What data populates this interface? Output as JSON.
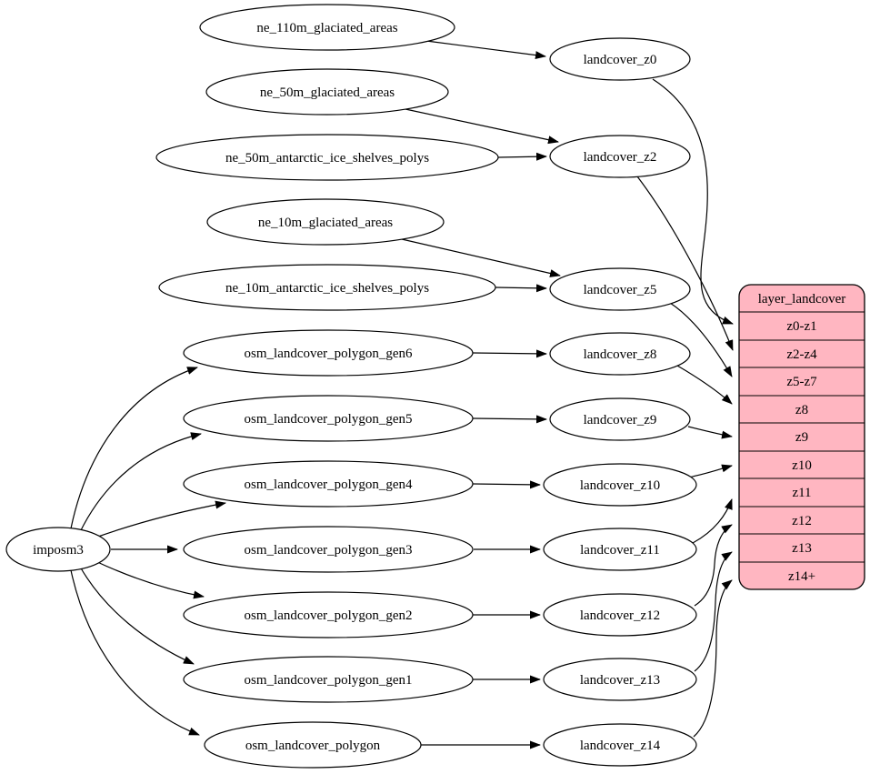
{
  "diagram": {
    "kind": "dependency-graph",
    "colors": {
      "background": "#ffffff",
      "node_fill": "#ffffff",
      "record_fill": "#ffb6c1",
      "stroke": "#000000",
      "text": "#000000"
    },
    "importer": {
      "label": "imposm3"
    },
    "sources": [
      "ne_110m_glaciated_areas",
      "ne_50m_glaciated_areas",
      "ne_50m_antarctic_ice_shelves_polys",
      "ne_10m_glaciated_areas",
      "ne_10m_antarctic_ice_shelves_polys",
      "osm_landcover_polygon_gen6",
      "osm_landcover_polygon_gen5",
      "osm_landcover_polygon_gen4",
      "osm_landcover_polygon_gen3",
      "osm_landcover_polygon_gen2",
      "osm_landcover_polygon_gen1",
      "osm_landcover_polygon"
    ],
    "intermediates": [
      "landcover_z0",
      "landcover_z2",
      "landcover_z5",
      "landcover_z8",
      "landcover_z9",
      "landcover_z10",
      "landcover_z11",
      "landcover_z12",
      "landcover_z13",
      "landcover_z14"
    ],
    "layer": {
      "header": "layer_landcover",
      "fields": [
        "z0-z1",
        "z2-z4",
        "z5-z7",
        "z8",
        "z9",
        "z10",
        "z11",
        "z12",
        "z13",
        "z14+"
      ]
    },
    "edges": [
      {
        "from": "ne_110m_glaciated_areas",
        "to": "landcover_z0"
      },
      {
        "from": "ne_50m_glaciated_areas",
        "to": "landcover_z2"
      },
      {
        "from": "ne_50m_antarctic_ice_shelves_polys",
        "to": "landcover_z2"
      },
      {
        "from": "ne_10m_glaciated_areas",
        "to": "landcover_z5"
      },
      {
        "from": "ne_10m_antarctic_ice_shelves_polys",
        "to": "landcover_z5"
      },
      {
        "from": "osm_landcover_polygon_gen6",
        "to": "landcover_z8"
      },
      {
        "from": "osm_landcover_polygon_gen5",
        "to": "landcover_z9"
      },
      {
        "from": "osm_landcover_polygon_gen4",
        "to": "landcover_z10"
      },
      {
        "from": "osm_landcover_polygon_gen3",
        "to": "landcover_z11"
      },
      {
        "from": "osm_landcover_polygon_gen2",
        "to": "landcover_z12"
      },
      {
        "from": "osm_landcover_polygon_gen1",
        "to": "landcover_z13"
      },
      {
        "from": "osm_landcover_polygon",
        "to": "landcover_z14"
      },
      {
        "from": "imposm3",
        "to": "osm_landcover_polygon_gen6"
      },
      {
        "from": "imposm3",
        "to": "osm_landcover_polygon_gen5"
      },
      {
        "from": "imposm3",
        "to": "osm_landcover_polygon_gen4"
      },
      {
        "from": "imposm3",
        "to": "osm_landcover_polygon_gen3"
      },
      {
        "from": "imposm3",
        "to": "osm_landcover_polygon_gen2"
      },
      {
        "from": "imposm3",
        "to": "osm_landcover_polygon_gen1"
      },
      {
        "from": "imposm3",
        "to": "osm_landcover_polygon"
      },
      {
        "from": "landcover_z0",
        "to": "layer_landcover:z0-z1"
      },
      {
        "from": "landcover_z2",
        "to": "layer_landcover:z2-z4"
      },
      {
        "from": "landcover_z5",
        "to": "layer_landcover:z5-z7"
      },
      {
        "from": "landcover_z8",
        "to": "layer_landcover:z8"
      },
      {
        "from": "landcover_z9",
        "to": "layer_landcover:z9"
      },
      {
        "from": "landcover_z10",
        "to": "layer_landcover:z10"
      },
      {
        "from": "landcover_z11",
        "to": "layer_landcover:z11"
      },
      {
        "from": "landcover_z12",
        "to": "layer_landcover:z12"
      },
      {
        "from": "landcover_z13",
        "to": "layer_landcover:z13"
      },
      {
        "from": "landcover_z14",
        "to": "layer_landcover:z14+"
      }
    ]
  }
}
